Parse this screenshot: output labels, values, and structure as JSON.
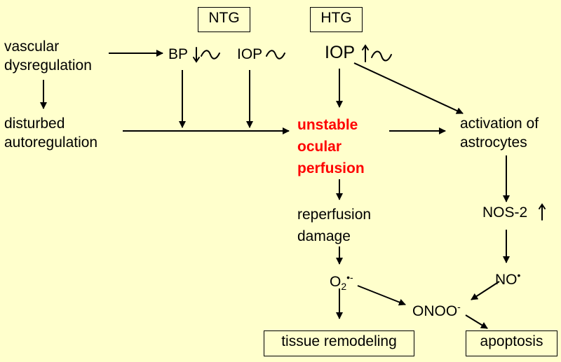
{
  "headers": {
    "ntg": "NTG",
    "htg": "HTG"
  },
  "nodes": {
    "vascular_dysregulation": [
      "vascular",
      "dysregulation"
    ],
    "bp": "BP",
    "iop_ntg": "IOP",
    "iop_htg": "IOP",
    "disturbed_autoregulation": [
      "disturbed",
      "autoregulation"
    ],
    "unstable_ocular_perfusion": [
      "unstable",
      "ocular",
      "perfusion"
    ],
    "activation_of_astrocytes": [
      "activation of",
      "astrocytes"
    ],
    "reperfusion_damage": [
      "reperfusion",
      "damage"
    ],
    "nos2": "NOS-2",
    "o2_base": "O",
    "o2_sub": "2",
    "o2_sup": "•-",
    "no_base": "NO",
    "no_sup": "•",
    "onoo_base": "ONOO",
    "onoo_sup": "-",
    "tissue_remodeling": "tissue remodeling",
    "apoptosis": "apoptosis"
  },
  "colors": {
    "background": "#ffffcc",
    "highlight": "#ff0000",
    "line": "#000000"
  }
}
